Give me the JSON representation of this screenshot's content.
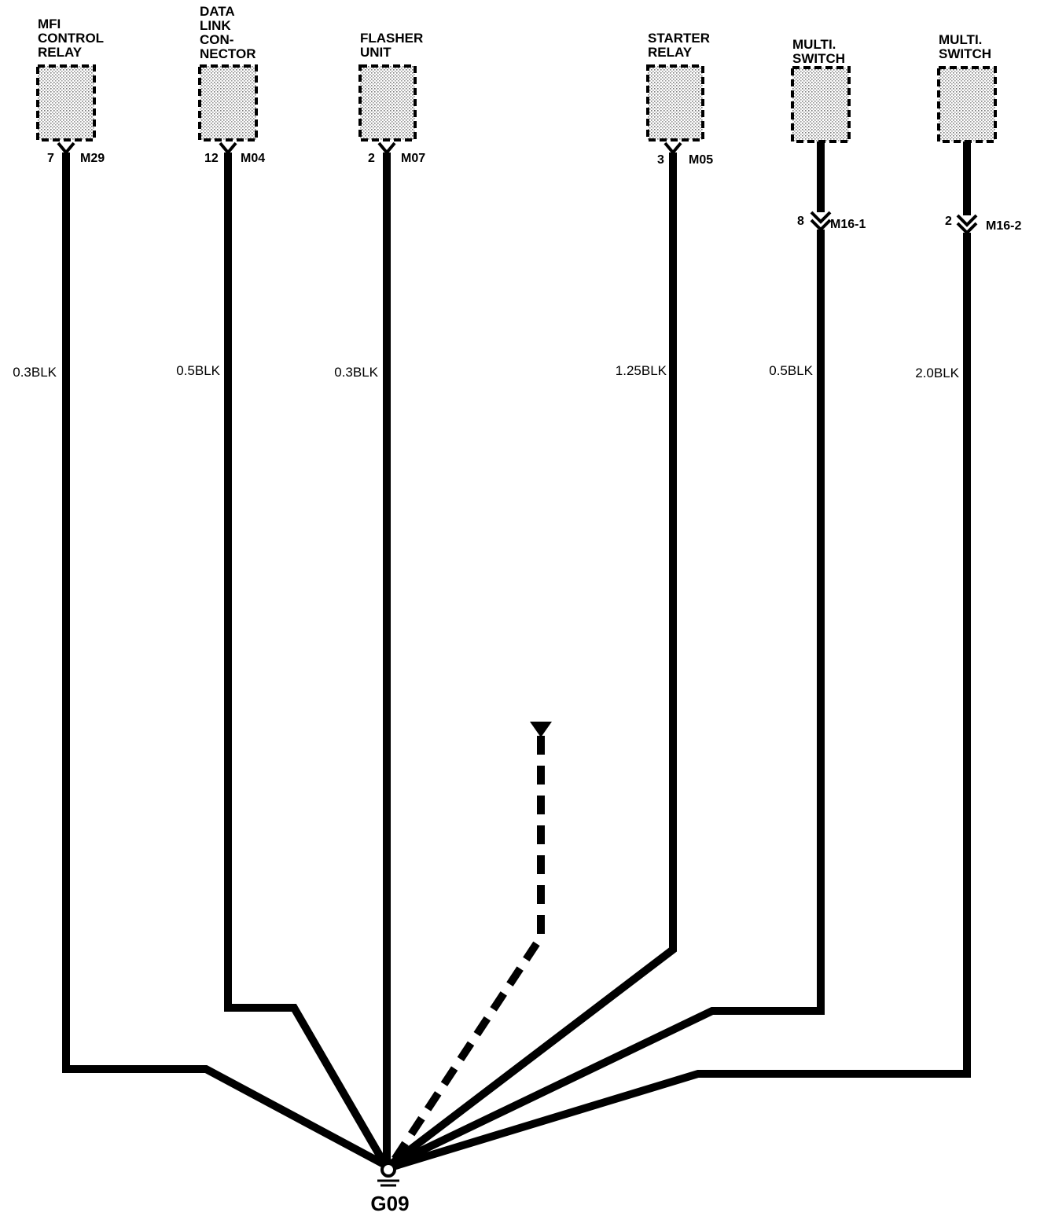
{
  "components": [
    {
      "name_lines": [
        "MFI",
        "CONTROL",
        "RELAY"
      ],
      "pin": "7",
      "connector": "M29",
      "wire": "0.3BLK"
    },
    {
      "name_lines": [
        "DATA",
        "LINK",
        "CON-",
        "NECTOR"
      ],
      "pin": "12",
      "connector": "M04",
      "wire": "0.5BLK"
    },
    {
      "name_lines": [
        "FLASHER",
        "UNIT"
      ],
      "pin": "2",
      "connector": "M07",
      "wire": "0.3BLK"
    },
    {
      "name_lines": [
        "STARTER",
        "RELAY"
      ],
      "pin": "3",
      "connector": "M05",
      "wire": "1.25BLK"
    },
    {
      "name_lines": [
        "MULTI.",
        "SWITCH"
      ],
      "pin": "8",
      "connector": "M16-1",
      "wire": "0.5BLK"
    },
    {
      "name_lines": [
        "MULTI.",
        "SWITCH"
      ],
      "pin": "2",
      "connector": "M16-2",
      "wire": "2.0BLK"
    }
  ],
  "ground": {
    "label": "G09"
  },
  "colors": {
    "ink": "#000000",
    "component_fill": "#d0d0d0",
    "background": "#ffffff"
  }
}
